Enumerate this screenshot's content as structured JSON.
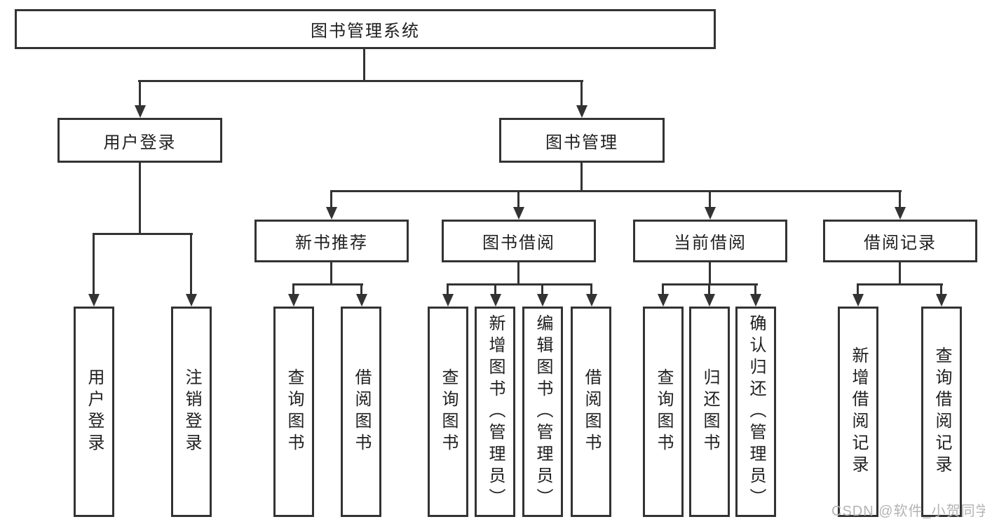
{
  "colors": {
    "line": "#333333",
    "text": "#1f1f1f",
    "background": "#ffffff",
    "watermark": "#b3b3b3"
  },
  "diagram": {
    "root": {
      "label": "图书管理系统"
    },
    "level2": [
      {
        "label": "用户登录",
        "children": [
          {
            "label": "用户登录"
          },
          {
            "label": "注销登录"
          }
        ]
      },
      {
        "label": "图书管理",
        "children": [
          {
            "label": "新书推荐",
            "children": [
              {
                "label": "查询图书"
              },
              {
                "label": "借阅图书"
              }
            ]
          },
          {
            "label": "图书借阅",
            "children": [
              {
                "label": "查询图书"
              },
              {
                "label": "新增图书（管理员）"
              },
              {
                "label": "编辑图书（管理员）"
              },
              {
                "label": "借阅图书"
              }
            ]
          },
          {
            "label": "当前借阅",
            "children": [
              {
                "label": "查询图书"
              },
              {
                "label": "归还图书"
              },
              {
                "label": "确认归还（管理员）"
              }
            ]
          },
          {
            "label": "借阅记录",
            "children": [
              {
                "label": "新增借阅记录"
              },
              {
                "label": "查询借阅记录"
              }
            ]
          }
        ]
      }
    ]
  },
  "watermark": {
    "text": "CSDN @软件_小贺同学"
  }
}
